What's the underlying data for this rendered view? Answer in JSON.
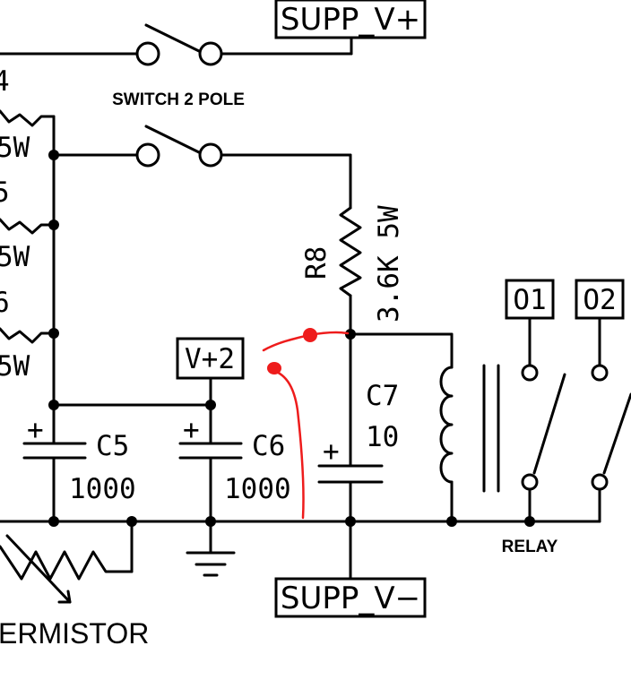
{
  "labels": {
    "supp_v_plus": "SUPP_V+",
    "supp_v_minus": "SUPP_V−",
    "switch": "SWITCH 2 POLE",
    "res_left_1": "4",
    "res_left_2": "5",
    "res_left_3": "6",
    "res_left_watt_1": "5W",
    "res_left_watt_2": "5W",
    "res_left_watt_3": "5W",
    "r8_name": "R8",
    "r8_value": "3.6K 5W",
    "v_plus_2": "V+2",
    "c5_name": "C5",
    "c5_value": "1000",
    "c6_name": "C6",
    "c6_value": "1000",
    "c7_name": "C7",
    "c7_value": "10",
    "o1": "O1",
    "o2": "O2",
    "relay": "RELAY",
    "thermistor": "ERMISTOR",
    "plus": "+"
  },
  "colors": {
    "wire": "#000000",
    "annotation": "#ee1c1c",
    "background": "#ffffff"
  }
}
